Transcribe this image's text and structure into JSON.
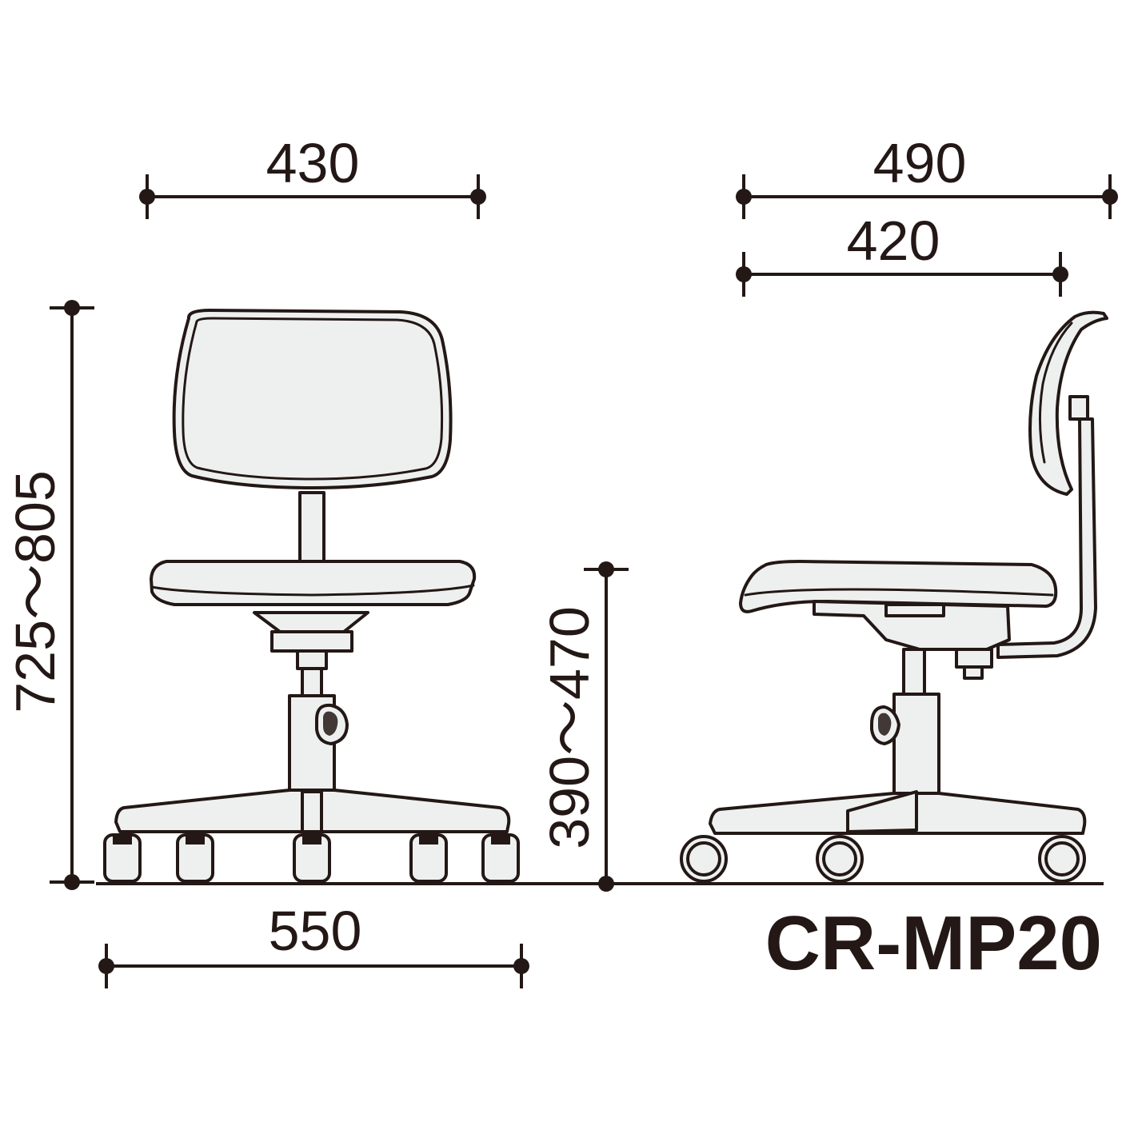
{
  "title": "CR-MP20",
  "dimensions": {
    "front_width": "430",
    "side_depth": "490",
    "seat_depth": "420",
    "total_height": "725～805",
    "seat_height": "390～470",
    "base_width": "550"
  },
  "colors": {
    "ink": "#231815",
    "fill": "#eef0f0",
    "background": "#ffffff"
  }
}
